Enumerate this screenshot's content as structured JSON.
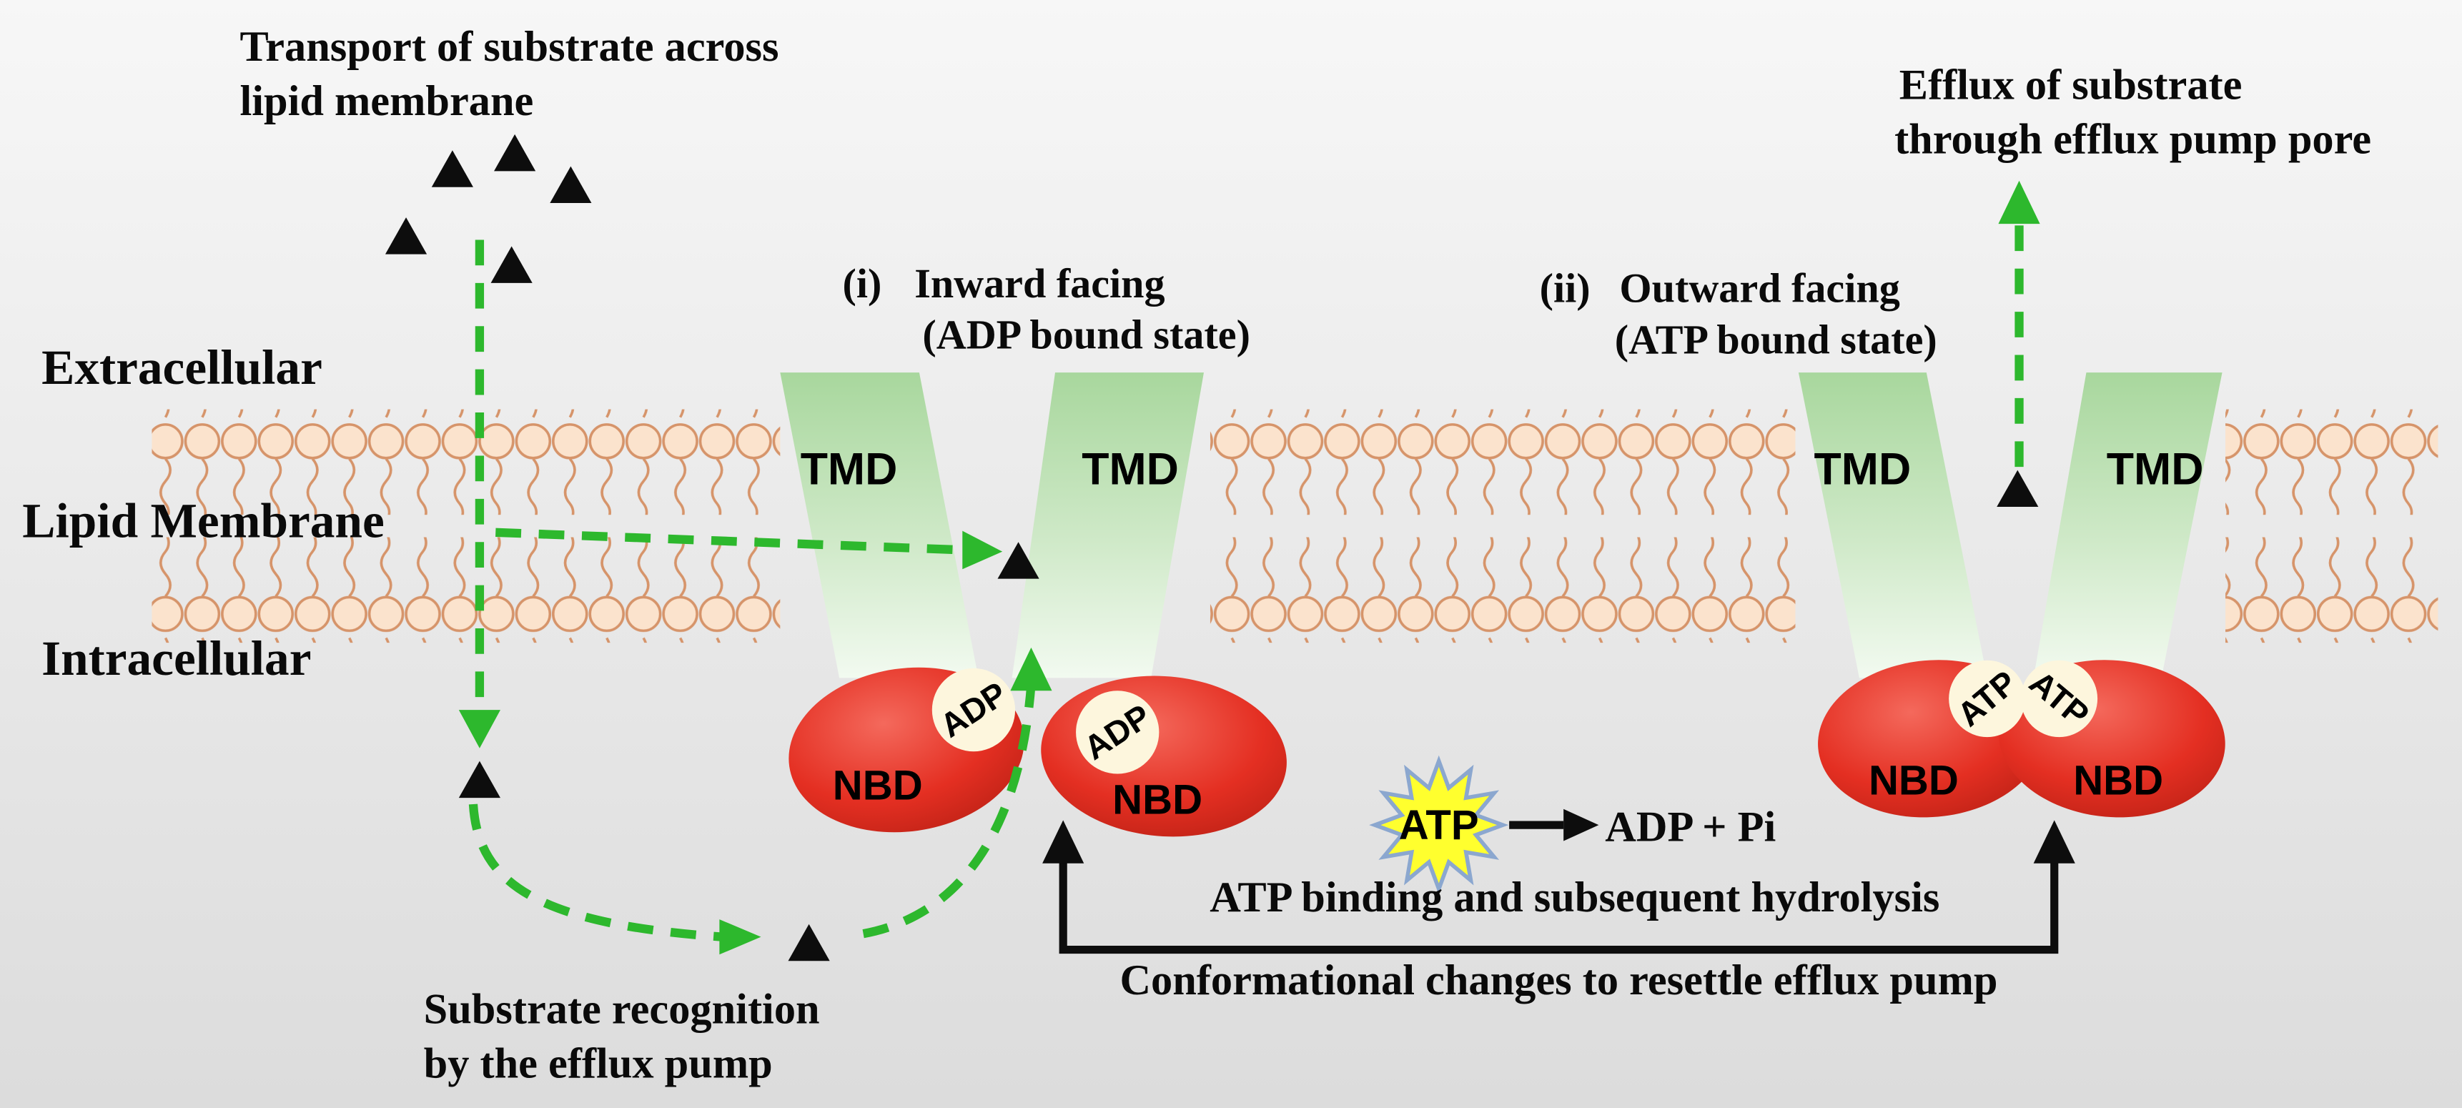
{
  "figure": {
    "top_left_caption": {
      "line1": "Transport of substrate across",
      "line2": "lipid membrane"
    },
    "top_right_caption": {
      "line1": "Efflux of substrate",
      "line2": "through efflux pump pore"
    },
    "region_labels": {
      "extracellular": "Extracellular",
      "membrane": "Lipid Membrane",
      "intracellular": "Intracellular"
    },
    "states": {
      "inward": {
        "index": "(i)",
        "title": "Inward facing",
        "subtitle": "(ADP bound state)"
      },
      "outward": {
        "index": "(ii)",
        "title": "Outward facing",
        "subtitle": "(ATP bound state)"
      }
    },
    "pump_inward": {
      "tmd_left": "TMD",
      "tmd_right": "TMD",
      "nbd_left": "NBD",
      "nbd_right": "NBD",
      "nuc_left": "ADP",
      "nuc_right": "ADP"
    },
    "pump_outward": {
      "tmd_left": "TMD",
      "tmd_right": "TMD",
      "nbd_left": "NBD",
      "nbd_right": "NBD",
      "nuc_left": "ATP",
      "nuc_right": "ATP"
    },
    "reaction": {
      "burst": "ATP",
      "products": "ADP + Pi"
    },
    "process_captions": {
      "hydrolysis": "ATP binding and subsequent hydrolysis",
      "conformational": "Conformational changes to resettle efflux pump"
    },
    "bottom_left_caption": {
      "line1": "Substrate recognition",
      "line2": "by the efflux pump"
    },
    "colors": {
      "arrow_green": "#2db82d",
      "tmd_green": "#aed9a4",
      "nbd_red": "#e23122",
      "atp_yellow": "#ffff2e",
      "lipid_head": "#fbe3cd",
      "lipid_outline": "#d6946a",
      "substrate": "#0d0d0d"
    }
  }
}
